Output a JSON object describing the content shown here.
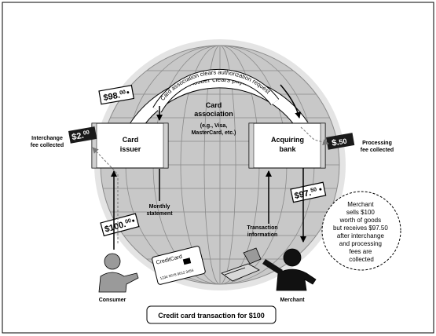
{
  "labels": {
    "card_issuer_clears_payment": "Card issuer clears payment",
    "card_association_clears_authorization": "Card association clears authorization request",
    "card_association_title": "Card association",
    "card_association_examples": "(e.g., Visa, MasterCard, etc.)",
    "card_issuer": "Card issuer",
    "acquiring_bank": "Acquiring bank",
    "interchange_fee_collected": "Interchange fee collected",
    "processing_fee_collected": "Processing fee collected",
    "monthly_statement": "Monthly statement",
    "transaction_information": "Transaction information",
    "consumer": "Consumer",
    "merchant": "Merchant",
    "credit_card_text": "CreditCard",
    "credit_card_number": "1234 5678 9012 3456",
    "merchant_note": "Merchant sells $100 worth of goods but receives $97.50 after interchange and processing fees are collected",
    "caption": "Credit card transaction for $100"
  },
  "tags": {
    "amount_98": {
      "main": "$98.",
      "cents": "00"
    },
    "amount_2": {
      "main": "$2.",
      "cents": "00"
    },
    "amount_050": {
      "main": "$.",
      "cents": "50"
    },
    "amount_100": {
      "main": "$100.",
      "cents": "00"
    },
    "amount_9750": {
      "main": "$97.",
      "cents": "50"
    }
  },
  "colors": {
    "globe_fill": "#c8c8c8",
    "globe_grid": "#8a8a8a",
    "globe_halo": "#e4e4e4",
    "ink": "#000000",
    "black_tag": "#1a1a1a"
  }
}
